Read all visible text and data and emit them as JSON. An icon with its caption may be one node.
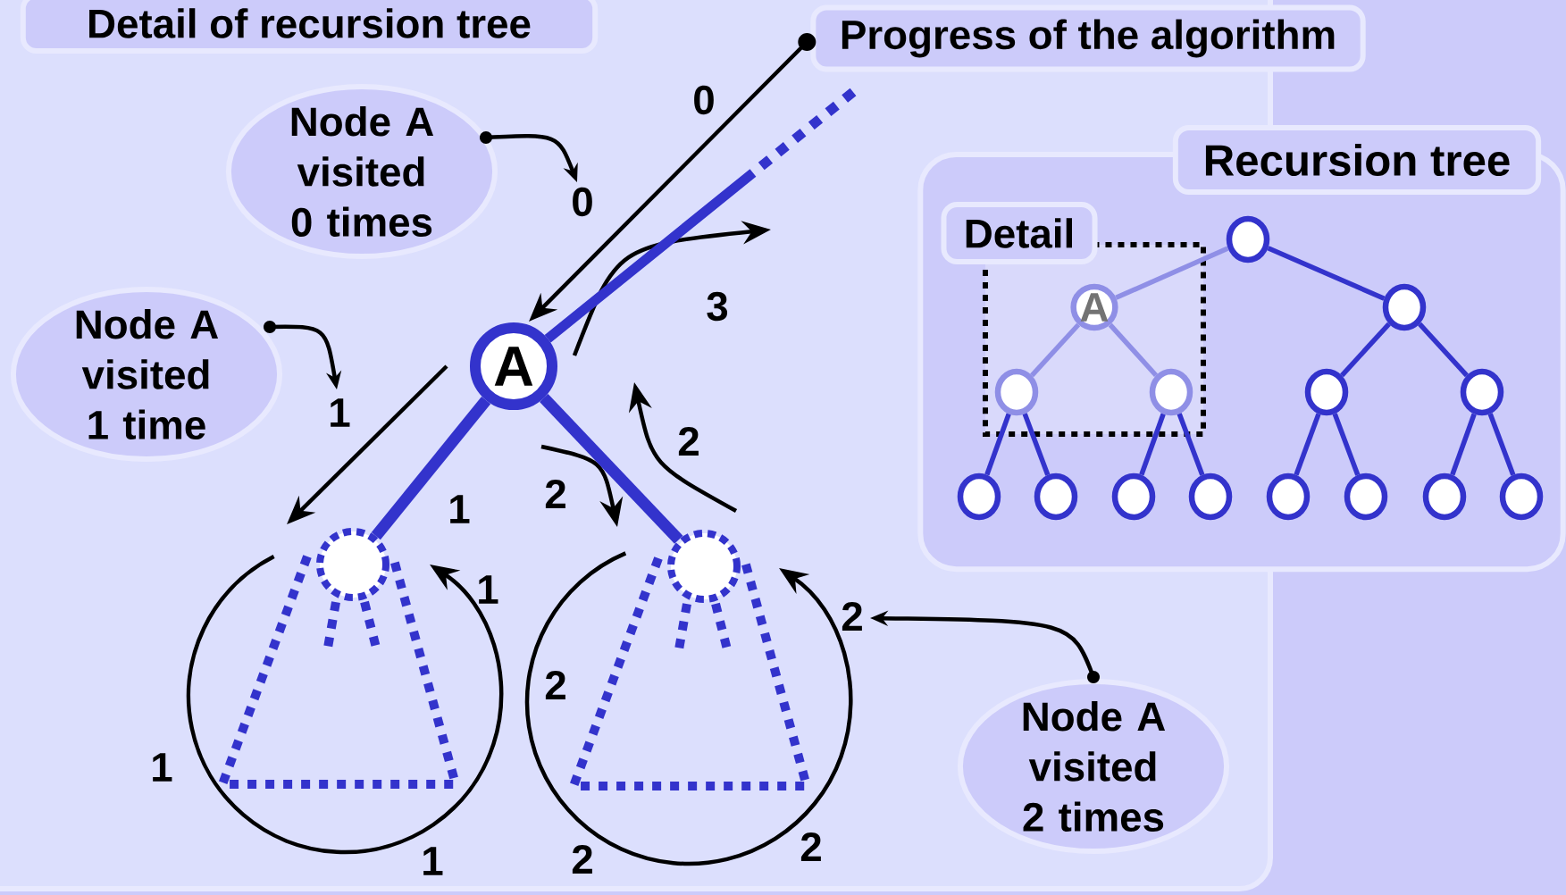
{
  "diagram": {
    "nodes": [
      {
        "text": [
          "Progress of the algorithm"
        ]
      },
      {
        "text": [
          "Node A visited 0 times"
        ]
      },
      {
        "text": [
          "Node A visited 1 time"
        ]
      },
      {
        "text": [
          "Node A visited 2 times"
        ]
      },
      {
        "text": [
          "A"
        ]
      },
      {
        "text": [],
        "shape": "circle"
      },
      {
        "text": [],
        "shape": "circle"
      },
      {
        "text": [
          "Recursion tree"
        ]
      },
      {
        "text": [
          "Detail"
        ],
        "in": 7
      },
      {
        "text": [],
        "shape": "circle",
        "in": 7
      },
      {
        "text": [
          "A"
        ],
        "in": 7
      },
      {
        "text": [],
        "shape": "circle",
        "in": 7
      },
      {
        "text": [],
        "shape": "circle",
        "in": 7
      },
      {
        "text": [],
        "shape": "circle",
        "in": 7
      },
      {
        "text": [],
        "shape": "circle",
        "in": 7
      },
      {
        "text": [],
        "shape": "circle",
        "in": 7
      },
      {
        "text": [],
        "shape": "circle",
        "in": 7
      },
      {
        "text": [],
        "shape": "circle",
        "in": 7
      },
      {
        "text": [],
        "shape": "circle",
        "in": 7
      },
      {
        "text": [],
        "shape": "circle",
        "in": 7
      },
      {
        "text": [],
        "shape": "circle",
        "in": 7
      },
      {
        "text": [],
        "shape": "circle",
        "in": 7
      },
      {
        "text": [],
        "shape": "circle",
        "in": 7
      },
      {
        "text": [],
        "shape": "circle",
        "in": 7
      },
      {
        "text": [
          "0"
        ]
      },
      {
        "text": [
          "1"
        ]
      },
      {
        "text": [
          "2"
        ]
      },
      {
        "text": [
          "Detail of recursion tree"
        ]
      }
    ],
    "edges": [
      {
        "from": 0,
        "to": 4,
        "arrow": "to",
        "label": "0",
        "color": "#000000"
      },
      {
        "from": 4,
        "to": 5,
        "arrow": "to",
        "color": "#000000"
      },
      {
        "from": 5,
        "to": 5,
        "arrow": "to",
        "label": "1",
        "color": "#000000"
      },
      {
        "from": 4,
        "to": 6,
        "arrow": "to",
        "label": "2",
        "color": "#000000"
      },
      {
        "from": 6,
        "to": 6,
        "arrow": "to",
        "color": "#000000"
      },
      {
        "from": 6,
        "to": 4,
        "arrow": "to",
        "label": "2",
        "color": "#000000"
      },
      {
        "from": 4,
        "to": null,
        "arrow": "to",
        "label": "3",
        "color": "#000000"
      },
      {
        "from": null,
        "to": 4,
        "arrow": "none",
        "style": "dashed",
        "color": "#3333cc"
      },
      {
        "from": 4,
        "to": 5,
        "arrow": "none",
        "style": "thick",
        "label": "1",
        "color": "#3333cc"
      },
      {
        "from": 4,
        "to": 6,
        "arrow": "none",
        "style": "thick",
        "color": "#3333cc"
      },
      {
        "from": 1,
        "to": 24,
        "arrow": "to",
        "color": "#000000"
      },
      {
        "from": 2,
        "to": 25,
        "arrow": "to",
        "color": "#000000"
      },
      {
        "from": 3,
        "to": 26,
        "arrow": "to",
        "color": "#000000"
      },
      {
        "from": 9,
        "to": 10,
        "arrow": "none",
        "color": "#8f8fe6"
      },
      {
        "from": 9,
        "to": 11,
        "arrow": "none",
        "color": "#3333cc"
      },
      {
        "from": 10,
        "to": 12,
        "arrow": "none",
        "color": "#8f8fe6"
      },
      {
        "from": 10,
        "to": 13,
        "arrow": "none",
        "color": "#8f8fe6"
      },
      {
        "from": 11,
        "to": 14,
        "arrow": "none",
        "color": "#3333cc"
      },
      {
        "from": 11,
        "to": 15,
        "arrow": "none",
        "color": "#3333cc"
      },
      {
        "from": 12,
        "to": 16,
        "arrow": "none",
        "color": "#3333cc"
      },
      {
        "from": 12,
        "to": 17,
        "arrow": "none",
        "color": "#3333cc"
      },
      {
        "from": 13,
        "to": 18,
        "arrow": "none",
        "color": "#3333cc"
      },
      {
        "from": 13,
        "to": 19,
        "arrow": "none",
        "color": "#3333cc"
      },
      {
        "from": 14,
        "to": 20,
        "arrow": "none",
        "color": "#3333cc"
      },
      {
        "from": 14,
        "to": 21,
        "arrow": "none",
        "color": "#3333cc"
      },
      {
        "from": 15,
        "to": 22,
        "arrow": "none",
        "color": "#3333cc"
      },
      {
        "from": 15,
        "to": 23,
        "arrow": "none",
        "color": "#3333cc"
      }
    ],
    "labels": [
      "1",
      "1",
      "2",
      "2",
      "2"
    ]
  }
}
